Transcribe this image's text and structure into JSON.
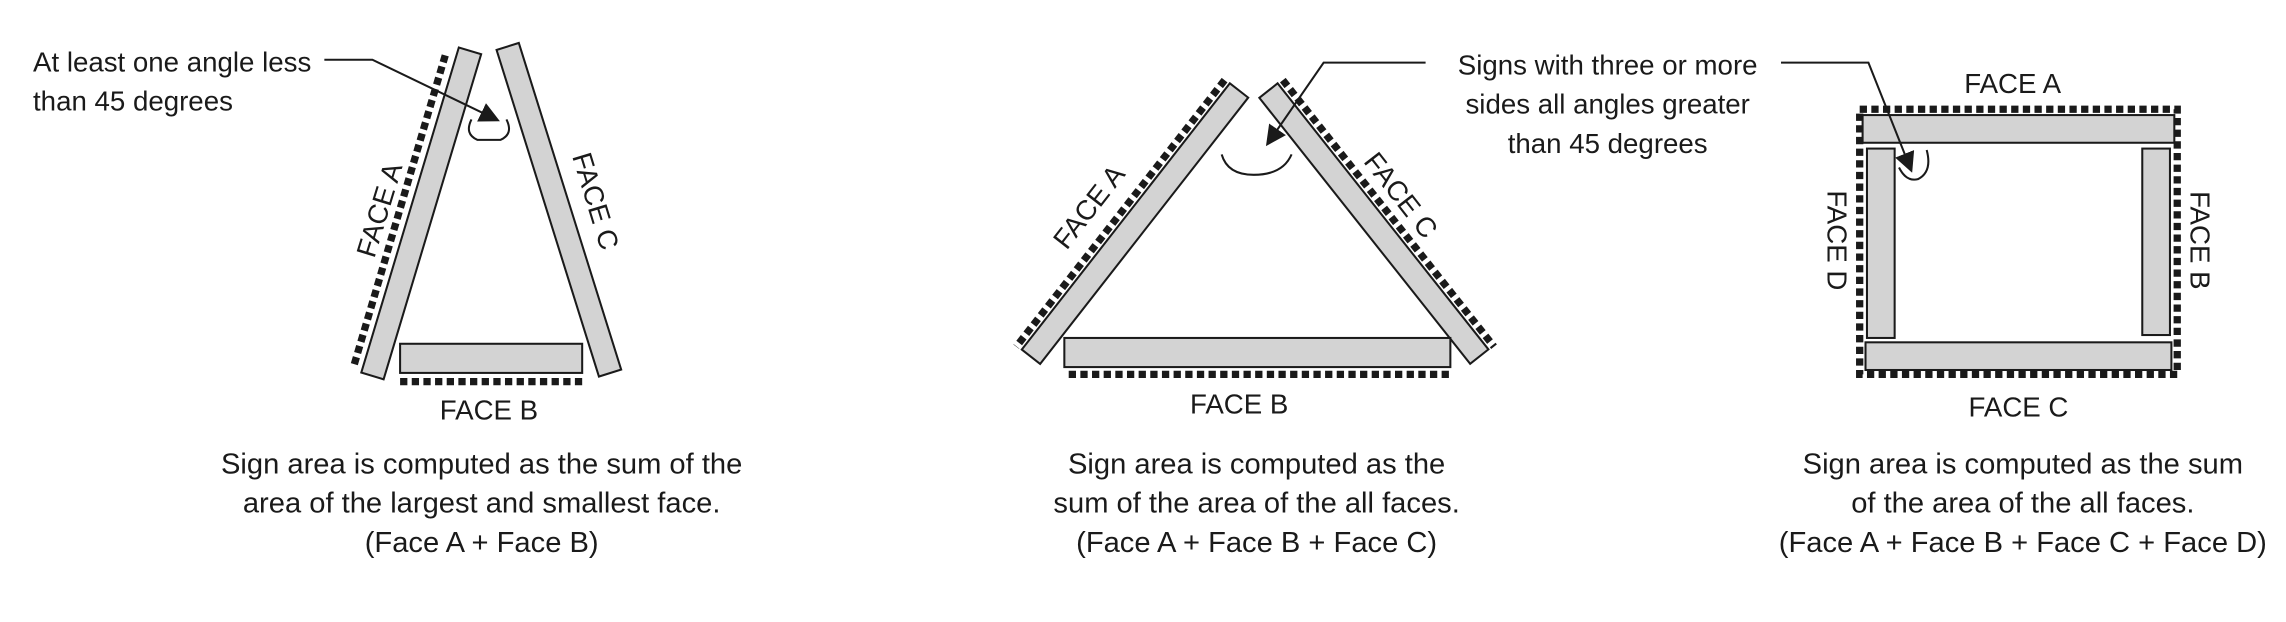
{
  "diagrams": [
    {
      "callout": [
        "At least one angle less",
        "than 45 degrees"
      ],
      "faces": {
        "a": "FACE A",
        "b": "FACE B",
        "c": "FACE C"
      },
      "caption": [
        "Sign area is computed as the sum of the",
        "area of the largest and smallest face.",
        "(Face A + Face B)"
      ]
    },
    {
      "callout": [
        "Signs with three or more",
        "sides all angles greater",
        "than 45 degrees"
      ],
      "faces": {
        "a": "FACE A",
        "b": "FACE B",
        "c": "FACE C"
      },
      "caption": [
        "Sign area is computed as the",
        "sum of the area of the all faces.",
        "(Face A + Face B + Face C)"
      ]
    },
    {
      "faces": {
        "a": "FACE A",
        "b": "FACE B",
        "c": "FACE C",
        "d": "FACE D"
      },
      "caption": [
        "Sign area is computed as the sum",
        "of the area of the all faces.",
        "(Face A + Face B + Face C + Face D)"
      ]
    }
  ]
}
